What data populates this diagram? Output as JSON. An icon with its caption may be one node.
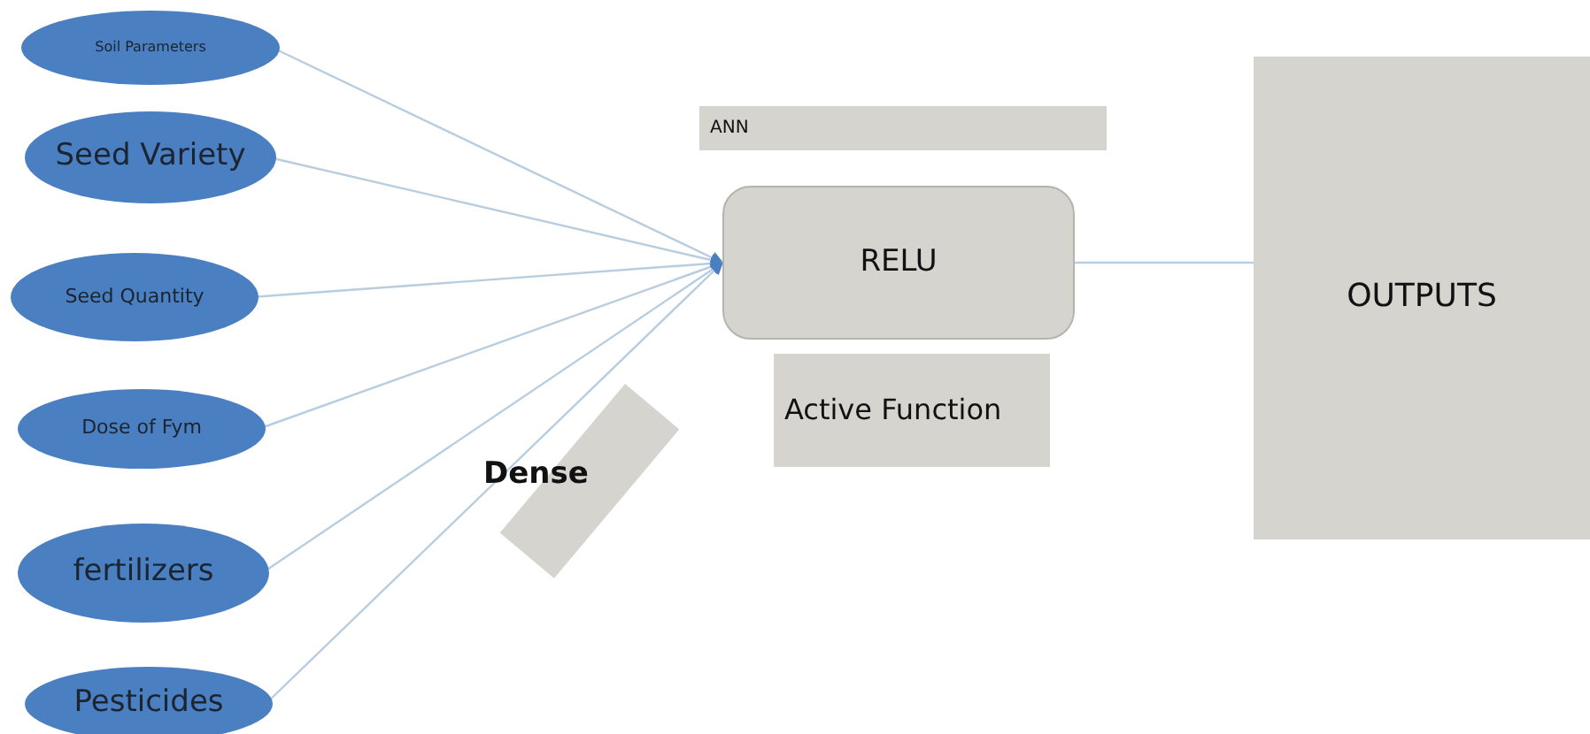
{
  "diagram": {
    "nodes": [
      {
        "text": [
          "Soil Parameters"
        ]
      },
      {
        "text": [
          "Seed Variety"
        ]
      },
      {
        "text": [
          "Seed Quantity"
        ]
      },
      {
        "text": [
          "Dose of Fym"
        ]
      },
      {
        "text": [
          "fertilizers"
        ]
      },
      {
        "text": [
          "Pesticides"
        ]
      },
      {
        "text": [
          "ANN"
        ]
      },
      {
        "text": [
          "RELU"
        ]
      },
      {
        "text": [
          "Active Function"
        ]
      },
      {
        "text": [
          "OUTPUTS"
        ]
      }
    ],
    "edges": [
      {
        "from": 0,
        "to": 7,
        "arrow": "to"
      },
      {
        "from": 1,
        "to": 7,
        "arrow": "to"
      },
      {
        "from": 2,
        "to": 7,
        "arrow": "to"
      },
      {
        "from": 3,
        "to": 7,
        "arrow": "to"
      },
      {
        "from": 4,
        "to": 7,
        "arrow": "to"
      },
      {
        "from": 5,
        "to": 7,
        "arrow": "to"
      },
      {
        "from": 7,
        "to": 9,
        "arrow": "none"
      }
    ],
    "labels": [
      "Dense"
    ]
  }
}
